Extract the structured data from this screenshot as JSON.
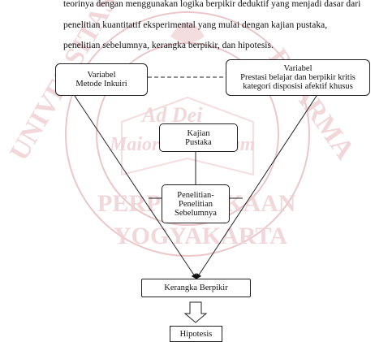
{
  "paragraph": {
    "line1": "teorinya dengan menggunakan logika berpikir deduktif yang menjadi dasar dari",
    "line2": "penelitian  kuantitatif  eksperimental  yang  mulai  dengan  kajian  pustaka,",
    "line3": "penelitian sebelumnya, kerangka berpikir, dan hipotesis."
  },
  "diagram": {
    "variable_left": {
      "title": "Variabel",
      "text": "Metode Inkuiri"
    },
    "variable_right": {
      "title": "Variabel",
      "line1": "Prestasi belajar dan berpikir kritis",
      "line2": "kategori disposisi afektif khusus"
    },
    "kajian": {
      "line1": "Kajian",
      "line2": "Pustaka"
    },
    "penelitian": {
      "line1": "Penelitian-",
      "line2": "Penelitian",
      "line3": "Sebelumnya"
    },
    "kerangka": "Kerangka Berpikir",
    "hipotesis": "Hipotesis"
  },
  "watermark": {
    "university_text": "UNIVERSITAS SANATA DHARMA",
    "library_text": "PERPUSTAKAAN YOGYAKARTA",
    "motto": "Ad Maiorem Dei Gloriam",
    "color": "#d9a3a6"
  }
}
